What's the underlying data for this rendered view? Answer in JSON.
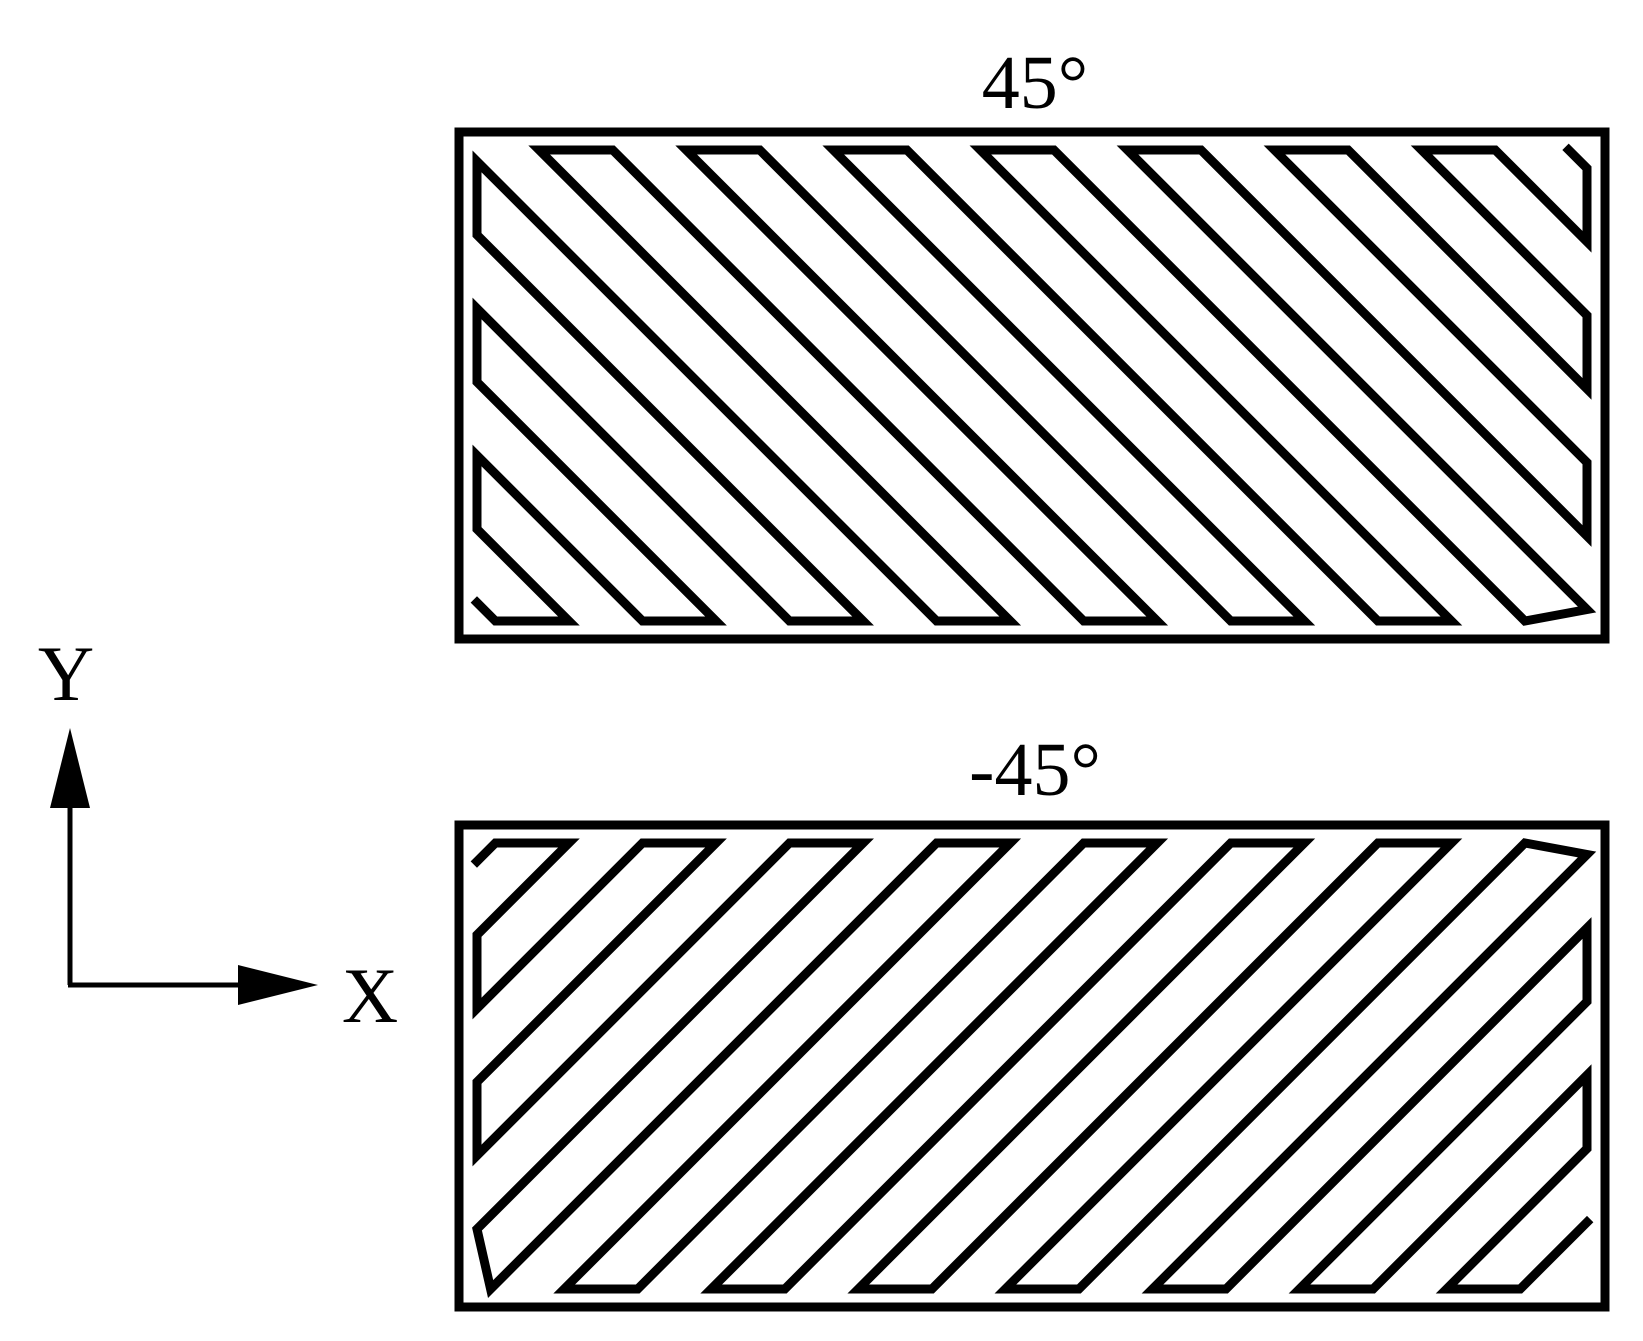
{
  "panels": [
    {
      "id": "top",
      "angle_label": "45°",
      "raster_angle_deg": 45
    },
    {
      "id": "bottom",
      "angle_label": "-45°",
      "raster_angle_deg": -45
    }
  ],
  "axes": {
    "x_label": "X",
    "y_label": "Y"
  },
  "colors": {
    "line": "#000000",
    "background": "#ffffff"
  }
}
